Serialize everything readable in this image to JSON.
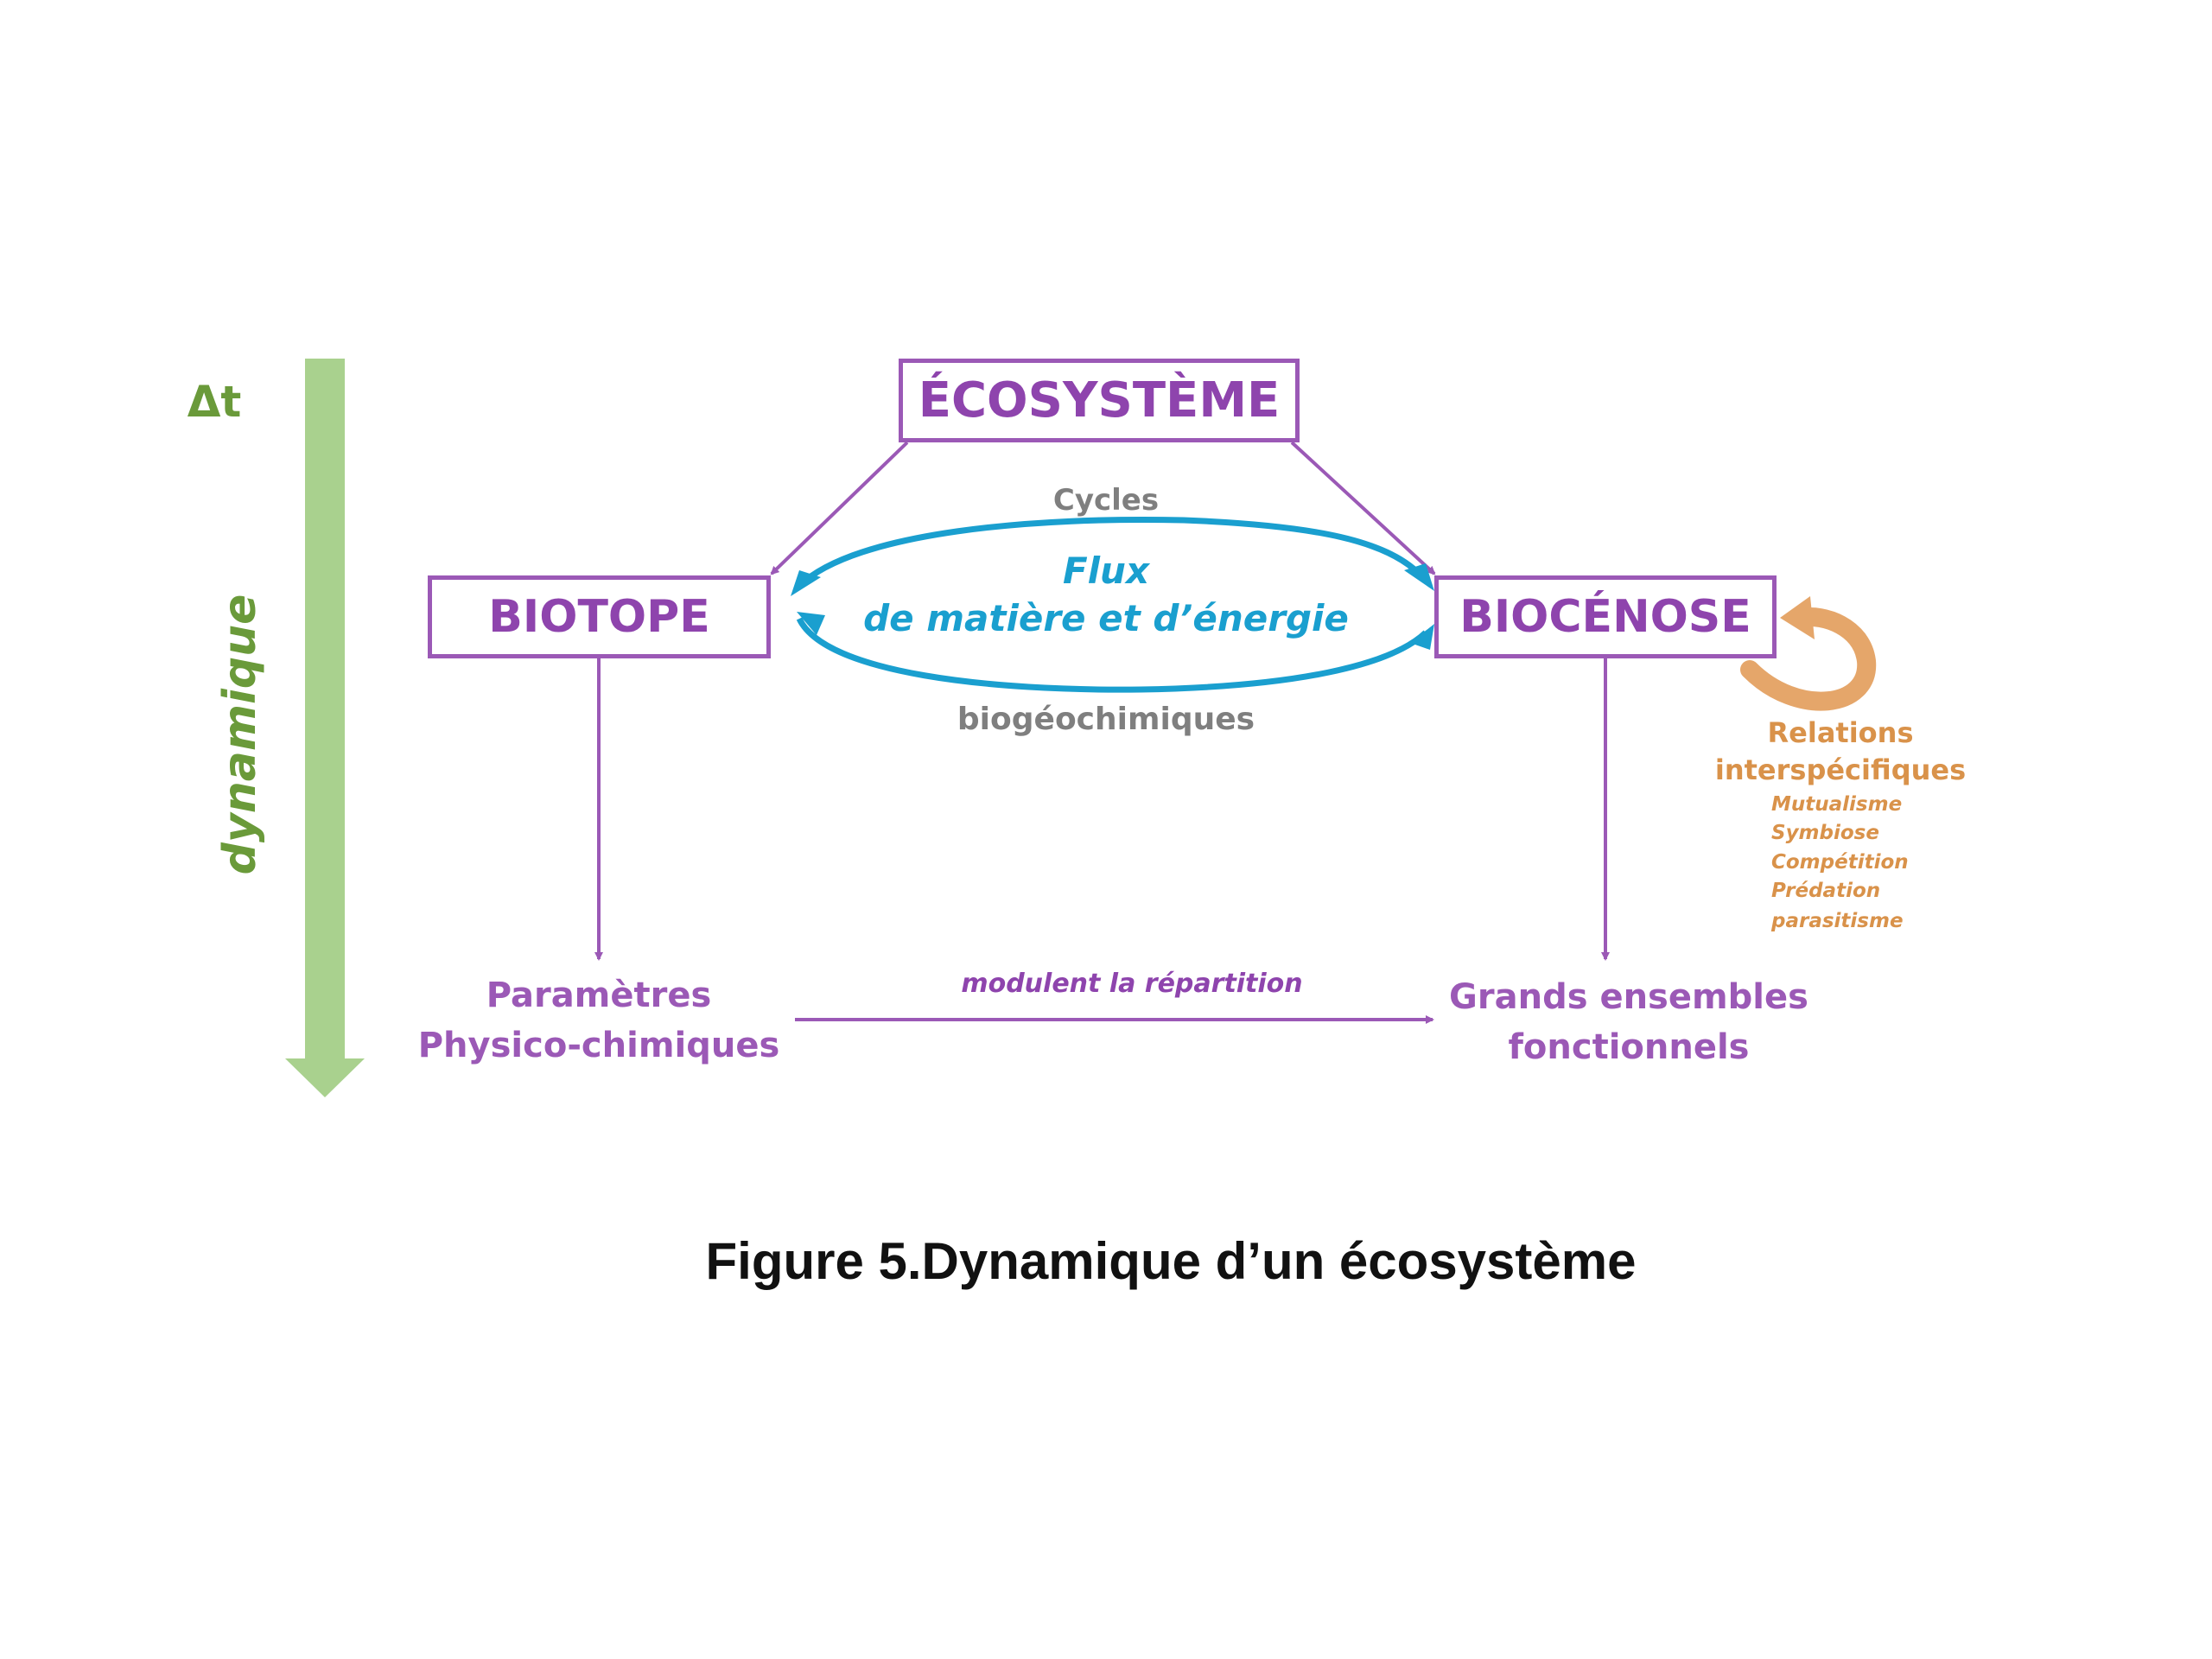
{
  "diagram": {
    "time_label": "Δt",
    "dynamic_label": "dynamique",
    "nodes": {
      "ecosysteme": "ÉCOSYSTÈME",
      "biotope": "BIOTOPE",
      "biocenose": "BIOCÉNOSE"
    },
    "cycle": {
      "top_label": "Cycles",
      "flux_line1": "Flux",
      "flux_line2": "de matière et d’énergie",
      "bottom_label": "biogéochimiques"
    },
    "parametres": {
      "line1": "Paramètres",
      "line2": "Physico-chimiques"
    },
    "modulent_label": "modulent la répartition",
    "grands": {
      "line1": "Grands ensembles",
      "line2": "fonctionnels"
    },
    "relations": {
      "line1": "Relations",
      "line2": "interspécifiques",
      "items": [
        "Mutualisme",
        "Symbiose",
        "Compétition",
        "Prédation",
        "parasitisme"
      ]
    },
    "colors": {
      "purple": "#9b59b6",
      "green_arrow": "#a9d18e",
      "green_text": "#6a9a3a",
      "blue": "#1a9fcf",
      "orange": "#d9924a",
      "gray": "#7f7f7f"
    }
  },
  "caption": "Figure 5.Dynamique d’un écosystème"
}
